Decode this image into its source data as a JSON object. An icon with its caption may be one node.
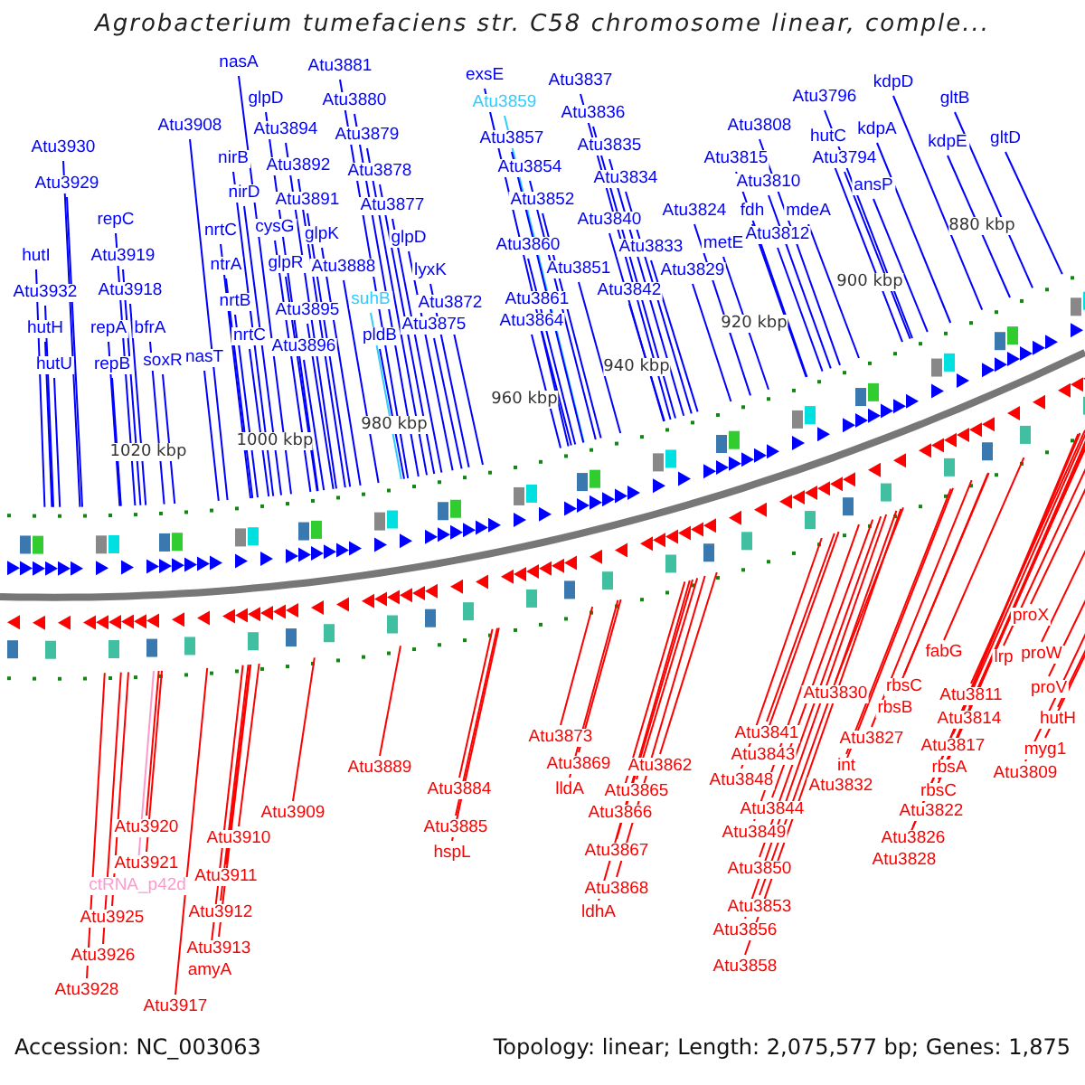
{
  "diagram": {
    "title": "Agrobacterium tumefaciens str. C58 chromosome linear, comple...",
    "nodes": [
      {
        "text": [
          "Atu3930"
        ]
      },
      {
        "text": [
          "Atu3929"
        ]
      },
      {
        "text": [
          "hutI"
        ]
      },
      {
        "text": [
          "Atu3932"
        ]
      },
      {
        "text": [
          "hutH"
        ]
      },
      {
        "text": [
          "hutU"
        ]
      },
      {
        "text": [
          "repC"
        ]
      },
      {
        "text": [
          "Atu3919"
        ]
      },
      {
        "text": [
          "Atu3918"
        ]
      },
      {
        "text": [
          "repA"
        ]
      },
      {
        "text": [
          "bfrA"
        ]
      },
      {
        "text": [
          "repB"
        ]
      },
      {
        "text": [
          "soxR"
        ]
      },
      {
        "text": [
          "Atu3908"
        ]
      },
      {
        "text": [
          "nasA"
        ]
      },
      {
        "text": [
          "glpD"
        ]
      },
      {
        "text": [
          "nirB"
        ]
      },
      {
        "text": [
          "nirD"
        ]
      },
      {
        "text": [
          "nrtC"
        ]
      },
      {
        "text": [
          "ntrA"
        ]
      },
      {
        "text": [
          "nrtB"
        ]
      },
      {
        "text": [
          "nrtC"
        ]
      },
      {
        "text": [
          "nasT"
        ]
      },
      {
        "text": [
          "cysG"
        ]
      },
      {
        "text": [
          "glpR"
        ]
      },
      {
        "text": [
          "Atu3894"
        ]
      },
      {
        "text": [
          "Atu3892"
        ]
      },
      {
        "text": [
          "Atu3891"
        ]
      },
      {
        "text": [
          "glpK"
        ]
      },
      {
        "text": [
          "Atu3895"
        ]
      },
      {
        "text": [
          "Atu3896"
        ]
      },
      {
        "text": [
          "Atu3888"
        ]
      },
      {
        "text": [
          "Atu3881"
        ]
      },
      {
        "text": [
          "Atu3880"
        ]
      },
      {
        "text": [
          "Atu3879"
        ]
      },
      {
        "text": [
          "Atu3878"
        ]
      },
      {
        "text": [
          "Atu3877"
        ]
      },
      {
        "text": [
          "glpD"
        ]
      },
      {
        "text": [
          "lyxK"
        ]
      },
      {
        "text": [
          "suhB"
        ]
      },
      {
        "text": [
          "Atu3872"
        ]
      },
      {
        "text": [
          "Atu3875"
        ]
      },
      {
        "text": [
          "pldB"
        ]
      },
      {
        "text": [
          "exsE"
        ]
      },
      {
        "text": [
          "Atu3859"
        ]
      },
      {
        "text": [
          "Atu3857"
        ]
      },
      {
        "text": [
          "Atu3854"
        ]
      },
      {
        "text": [
          "Atu3852"
        ]
      },
      {
        "text": [
          "Atu3860"
        ]
      },
      {
        "text": [
          "Atu3851"
        ]
      },
      {
        "text": [
          "Atu3861"
        ]
      },
      {
        "text": [
          "Atu3864"
        ]
      },
      {
        "text": [
          "Atu3837"
        ]
      },
      {
        "text": [
          "Atu3836"
        ]
      },
      {
        "text": [
          "Atu3835"
        ]
      },
      {
        "text": [
          "Atu3834"
        ]
      },
      {
        "text": [
          "Atu3840"
        ]
      },
      {
        "text": [
          "Atu3833"
        ]
      },
      {
        "text": [
          "Atu3842"
        ]
      },
      {
        "text": [
          "Atu3824"
        ]
      },
      {
        "text": [
          "fdh"
        ]
      },
      {
        "text": [
          "mdeA"
        ]
      },
      {
        "text": [
          "metE"
        ]
      },
      {
        "text": [
          "Atu3829"
        ]
      },
      {
        "text": [
          "Atu3808"
        ]
      },
      {
        "text": [
          "Atu3815"
        ]
      },
      {
        "text": [
          "Atu3810"
        ]
      },
      {
        "text": [
          "Atu3812"
        ]
      },
      {
        "text": [
          "Atu3796"
        ]
      },
      {
        "text": [
          "hutC"
        ]
      },
      {
        "text": [
          "Atu3794"
        ]
      },
      {
        "text": [
          "kdpD"
        ]
      },
      {
        "text": [
          "kdpA"
        ]
      },
      {
        "text": [
          "ansP"
        ]
      },
      {
        "text": [
          "gltB"
        ]
      },
      {
        "text": [
          "kdpE"
        ]
      },
      {
        "text": [
          "gltD"
        ]
      },
      {
        "text": [
          "Atu3920"
        ]
      },
      {
        "text": [
          "Atu3921"
        ]
      },
      {
        "text": [
          "ctRNA_p42d"
        ]
      },
      {
        "text": [
          "Atu3925"
        ]
      },
      {
        "text": [
          "Atu3926"
        ]
      },
      {
        "text": [
          "Atu3928"
        ]
      },
      {
        "text": [
          "Atu3917"
        ]
      },
      {
        "text": [
          "Atu3910"
        ]
      },
      {
        "text": [
          "Atu3911"
        ]
      },
      {
        "text": [
          "Atu3912"
        ]
      },
      {
        "text": [
          "Atu3913"
        ]
      },
      {
        "text": [
          "amyA"
        ]
      },
      {
        "text": [
          "Atu3909"
        ]
      },
      {
        "text": [
          "Atu3889"
        ]
      },
      {
        "text": [
          "Atu3884"
        ]
      },
      {
        "text": [
          "Atu3885"
        ]
      },
      {
        "text": [
          "hspL"
        ]
      },
      {
        "text": [
          "Atu3873"
        ]
      },
      {
        "text": [
          "Atu3869"
        ]
      },
      {
        "text": [
          "lldA"
        ]
      },
      {
        "text": [
          "Atu3865"
        ]
      },
      {
        "text": [
          "Atu3866"
        ]
      },
      {
        "text": [
          "Atu3862"
        ]
      },
      {
        "text": [
          "Atu3867"
        ]
      },
      {
        "text": [
          "Atu3868"
        ]
      },
      {
        "text": [
          "ldhA"
        ]
      },
      {
        "text": [
          "Atu3841"
        ]
      },
      {
        "text": [
          "Atu3843"
        ]
      },
      {
        "text": [
          "Atu3848"
        ]
      },
      {
        "text": [
          "Atu3844"
        ]
      },
      {
        "text": [
          "Atu3849"
        ]
      },
      {
        "text": [
          "Atu3850"
        ]
      },
      {
        "text": [
          "Atu3853"
        ]
      },
      {
        "text": [
          "Atu3856"
        ]
      },
      {
        "text": [
          "Atu3858"
        ]
      },
      {
        "text": [
          "Atu3830"
        ]
      },
      {
        "text": [
          "int"
        ]
      },
      {
        "text": [
          "Atu3832"
        ]
      },
      {
        "text": [
          "Atu3827"
        ]
      },
      {
        "text": [
          "rbsC"
        ]
      },
      {
        "text": [
          "rbsB"
        ]
      },
      {
        "text": [
          "Atu3826"
        ]
      },
      {
        "text": [
          "Atu3828"
        ]
      },
      {
        "text": [
          "Atu3822"
        ]
      },
      {
        "text": [
          "rbsC"
        ]
      },
      {
        "text": [
          "rbsA"
        ]
      },
      {
        "text": [
          "Atu3817"
        ]
      },
      {
        "text": [
          "Atu3814"
        ]
      },
      {
        "text": [
          "Atu3811"
        ]
      },
      {
        "text": [
          "fabG"
        ]
      },
      {
        "text": [
          "lrp"
        ]
      },
      {
        "text": [
          "proX"
        ]
      },
      {
        "text": [
          "proW"
        ]
      },
      {
        "text": [
          "proV"
        ]
      },
      {
        "text": [
          "hutH"
        ]
      },
      {
        "text": [
          "myg1"
        ]
      },
      {
        "text": [
          "Atu3809"
        ]
      }
    ],
    "edges": [
      {
        "from": 0,
        "to": null,
        "arrow": "none"
      },
      {
        "from": 1,
        "to": null,
        "arrow": "none"
      },
      {
        "from": 2,
        "to": null,
        "arrow": "none"
      },
      {
        "from": 3,
        "to": null,
        "arrow": "none"
      },
      {
        "from": 4,
        "to": null,
        "arrow": "none"
      },
      {
        "from": 5,
        "to": null,
        "arrow": "none"
      },
      {
        "from": 6,
        "to": null,
        "arrow": "none"
      },
      {
        "from": 7,
        "to": null,
        "arrow": "none"
      },
      {
        "from": 8,
        "to": null,
        "arrow": "none"
      },
      {
        "from": 9,
        "to": null,
        "arrow": "none"
      },
      {
        "from": 10,
        "to": null,
        "arrow": "none"
      },
      {
        "from": 11,
        "to": null,
        "arrow": "none"
      },
      {
        "from": 12,
        "to": null,
        "arrow": "none"
      },
      {
        "from": 13,
        "to": null,
        "arrow": "none"
      },
      {
        "from": 14,
        "to": null,
        "arrow": "none"
      },
      {
        "from": 15,
        "to": null,
        "arrow": "none"
      },
      {
        "from": 16,
        "to": null,
        "arrow": "none"
      },
      {
        "from": 17,
        "to": null,
        "arrow": "none"
      },
      {
        "from": 18,
        "to": null,
        "arrow": "none"
      },
      {
        "from": 19,
        "to": null,
        "arrow": "none"
      },
      {
        "from": 20,
        "to": null,
        "arrow": "none"
      },
      {
        "from": 21,
        "to": null,
        "arrow": "none"
      },
      {
        "from": 22,
        "to": null,
        "arrow": "none"
      },
      {
        "from": 23,
        "to": null,
        "arrow": "none"
      },
      {
        "from": 24,
        "to": null,
        "arrow": "none"
      },
      {
        "from": 25,
        "to": null,
        "arrow": "none"
      },
      {
        "from": 26,
        "to": null,
        "arrow": "none"
      },
      {
        "from": 27,
        "to": null,
        "arrow": "none"
      },
      {
        "from": 28,
        "to": null,
        "arrow": "none"
      },
      {
        "from": 29,
        "to": null,
        "arrow": "none"
      },
      {
        "from": 30,
        "to": null,
        "arrow": "none"
      },
      {
        "from": 31,
        "to": null,
        "arrow": "none"
      },
      {
        "from": 32,
        "to": null,
        "arrow": "none"
      },
      {
        "from": 33,
        "to": null,
        "arrow": "none"
      },
      {
        "from": 34,
        "to": null,
        "arrow": "none"
      },
      {
        "from": 35,
        "to": null,
        "arrow": "none"
      },
      {
        "from": 36,
        "to": null,
        "arrow": "none"
      },
      {
        "from": 37,
        "to": null,
        "arrow": "none"
      },
      {
        "from": 38,
        "to": null,
        "arrow": "none"
      },
      {
        "from": 39,
        "to": null,
        "arrow": "none",
        "color": "#33ccff"
      },
      {
        "from": 40,
        "to": null,
        "arrow": "none"
      },
      {
        "from": 41,
        "to": null,
        "arrow": "none"
      },
      {
        "from": 42,
        "to": null,
        "arrow": "none"
      },
      {
        "from": 43,
        "to": null,
        "arrow": "none"
      },
      {
        "from": 44,
        "to": null,
        "arrow": "none",
        "color": "#33ccff"
      },
      {
        "from": 45,
        "to": null,
        "arrow": "none"
      },
      {
        "from": 46,
        "to": null,
        "arrow": "none"
      },
      {
        "from": 47,
        "to": null,
        "arrow": "none"
      },
      {
        "from": 48,
        "to": null,
        "arrow": "none"
      },
      {
        "from": 49,
        "to": null,
        "arrow": "none"
      },
      {
        "from": 50,
        "to": null,
        "arrow": "none"
      },
      {
        "from": 51,
        "to": null,
        "arrow": "none"
      },
      {
        "from": 52,
        "to": null,
        "arrow": "none"
      },
      {
        "from": 53,
        "to": null,
        "arrow": "none"
      },
      {
        "from": 54,
        "to": null,
        "arrow": "none"
      },
      {
        "from": 55,
        "to": null,
        "arrow": "none"
      },
      {
        "from": 56,
        "to": null,
        "arrow": "none"
      },
      {
        "from": 57,
        "to": null,
        "arrow": "none"
      },
      {
        "from": 58,
        "to": null,
        "arrow": "none"
      },
      {
        "from": 59,
        "to": null,
        "arrow": "none"
      },
      {
        "from": 60,
        "to": null,
        "arrow": "none"
      },
      {
        "from": 61,
        "to": null,
        "arrow": "none"
      },
      {
        "from": 62,
        "to": null,
        "arrow": "none"
      },
      {
        "from": 63,
        "to": null,
        "arrow": "none"
      },
      {
        "from": 64,
        "to": null,
        "arrow": "none"
      },
      {
        "from": 65,
        "to": null,
        "arrow": "none"
      },
      {
        "from": 66,
        "to": null,
        "arrow": "none"
      },
      {
        "from": 67,
        "to": null,
        "arrow": "none"
      },
      {
        "from": 68,
        "to": null,
        "arrow": "none"
      },
      {
        "from": 69,
        "to": null,
        "arrow": "none"
      },
      {
        "from": 70,
        "to": null,
        "arrow": "none"
      },
      {
        "from": 71,
        "to": null,
        "arrow": "none"
      },
      {
        "from": 72,
        "to": null,
        "arrow": "none"
      },
      {
        "from": 73,
        "to": null,
        "arrow": "none"
      },
      {
        "from": 74,
        "to": null,
        "arrow": "none"
      },
      {
        "from": 75,
        "to": null,
        "arrow": "none"
      },
      {
        "from": 76,
        "to": null,
        "arrow": "none"
      },
      {
        "from": 77,
        "to": null,
        "arrow": "none",
        "color": "#ff0000"
      },
      {
        "from": 78,
        "to": null,
        "arrow": "none",
        "color": "#ff0000"
      },
      {
        "from": 79,
        "to": null,
        "arrow": "none",
        "color": "#ff99cc"
      },
      {
        "from": 80,
        "to": null,
        "arrow": "none",
        "color": "#ff0000"
      },
      {
        "from": 81,
        "to": null,
        "arrow": "none",
        "color": "#ff0000"
      },
      {
        "from": 82,
        "to": null,
        "arrow": "none",
        "color": "#ff0000"
      },
      {
        "from": 83,
        "to": null,
        "arrow": "none",
        "color": "#ff0000"
      },
      {
        "from": 84,
        "to": null,
        "arrow": "none",
        "color": "#ff0000"
      },
      {
        "from": 85,
        "to": null,
        "arrow": "none",
        "color": "#ff0000"
      },
      {
        "from": 86,
        "to": null,
        "arrow": "none",
        "color": "#ff0000"
      },
      {
        "from": 87,
        "to": null,
        "arrow": "none",
        "color": "#ff0000"
      },
      {
        "from": 88,
        "to": null,
        "arrow": "none",
        "color": "#ff0000"
      },
      {
        "from": 89,
        "to": null,
        "arrow": "none",
        "color": "#ff0000"
      },
      {
        "from": 90,
        "to": null,
        "arrow": "none",
        "color": "#ff0000"
      },
      {
        "from": 91,
        "to": null,
        "arrow": "none",
        "color": "#ff0000"
      },
      {
        "from": 92,
        "to": null,
        "arrow": "none",
        "color": "#ff0000"
      },
      {
        "from": 93,
        "to": null,
        "arrow": "none",
        "color": "#ff0000"
      },
      {
        "from": 94,
        "to": null,
        "arrow": "none",
        "color": "#ff0000"
      },
      {
        "from": 95,
        "to": null,
        "arrow": "none",
        "color": "#ff0000"
      },
      {
        "from": 96,
        "to": null,
        "arrow": "none",
        "color": "#ff0000"
      },
      {
        "from": 97,
        "to": null,
        "arrow": "none",
        "color": "#ff0000"
      },
      {
        "from": 98,
        "to": null,
        "arrow": "none",
        "color": "#ff0000"
      },
      {
        "from": 99,
        "to": null,
        "arrow": "none",
        "color": "#ff0000"
      },
      {
        "from": 100,
        "to": null,
        "arrow": "none",
        "color": "#ff0000"
      },
      {
        "from": 101,
        "to": null,
        "arrow": "none",
        "color": "#ff0000"
      },
      {
        "from": 102,
        "to": null,
        "arrow": "none",
        "color": "#ff0000"
      },
      {
        "from": 103,
        "to": null,
        "arrow": "none",
        "color": "#ff0000"
      },
      {
        "from": 104,
        "to": null,
        "arrow": "none",
        "color": "#ff0000"
      },
      {
        "from": 105,
        "to": null,
        "arrow": "none",
        "color": "#ff0000"
      },
      {
        "from": 106,
        "to": null,
        "arrow": "none",
        "color": "#ff0000"
      },
      {
        "from": 107,
        "to": null,
        "arrow": "none",
        "color": "#ff0000"
      },
      {
        "from": 108,
        "to": null,
        "arrow": "none",
        "color": "#ff0000"
      },
      {
        "from": 109,
        "to": null,
        "arrow": "none",
        "color": "#ff0000"
      },
      {
        "from": 110,
        "to": null,
        "arrow": "none",
        "color": "#ff0000"
      },
      {
        "from": 111,
        "to": null,
        "arrow": "none",
        "color": "#ff0000"
      },
      {
        "from": 112,
        "to": null,
        "arrow": "none",
        "color": "#ff0000"
      },
      {
        "from": 113,
        "to": null,
        "arrow": "none",
        "color": "#ff0000"
      },
      {
        "from": 114,
        "to": null,
        "arrow": "none",
        "color": "#ff0000"
      },
      {
        "from": 115,
        "to": null,
        "arrow": "none",
        "color": "#ff0000"
      },
      {
        "from": 116,
        "to": null,
        "arrow": "none",
        "color": "#ff0000"
      },
      {
        "from": 117,
        "to": null,
        "arrow": "none",
        "color": "#ff0000"
      },
      {
        "from": 118,
        "to": null,
        "arrow": "none",
        "color": "#ff0000"
      },
      {
        "from": 119,
        "to": null,
        "arrow": "none",
        "color": "#ff0000"
      },
      {
        "from": 120,
        "to": null,
        "arrow": "none",
        "color": "#ff0000"
      },
      {
        "from": 121,
        "to": null,
        "arrow": "none",
        "color": "#ff0000"
      },
      {
        "from": 122,
        "to": null,
        "arrow": "none",
        "color": "#ff0000"
      },
      {
        "from": 123,
        "to": null,
        "arrow": "none",
        "color": "#ff0000"
      },
      {
        "from": 124,
        "to": null,
        "arrow": "none",
        "color": "#ff0000"
      },
      {
        "from": 125,
        "to": null,
        "arrow": "none",
        "color": "#ff0000"
      },
      {
        "from": 126,
        "to": null,
        "arrow": "none",
        "color": "#ff0000"
      },
      {
        "from": 127,
        "to": null,
        "arrow": "none",
        "color": "#ff0000"
      },
      {
        "from": 128,
        "to": null,
        "arrow": "none",
        "color": "#ff0000"
      },
      {
        "from": 129,
        "to": null,
        "arrow": "none",
        "color": "#ff0000"
      },
      {
        "from": 130,
        "to": null,
        "arrow": "none",
        "color": "#ff0000"
      },
      {
        "from": 131,
        "to": null,
        "arrow": "none",
        "color": "#ff0000"
      },
      {
        "from": 132,
        "to": null,
        "arrow": "none",
        "color": "#ff0000"
      },
      {
        "from": 133,
        "to": null,
        "arrow": "none",
        "color": "#ff0000"
      }
    ],
    "labels": [
      "1020 kbp",
      "1000 kbp",
      "980 kbp",
      "960 kbp",
      "940 kbp",
      "920 kbp",
      "900 kbp",
      "880 kbp",
      "Accession: NC_003063",
      "Topology: linear; Length: 2,075,577 bp; Genes: 1,875"
    ]
  }
}
